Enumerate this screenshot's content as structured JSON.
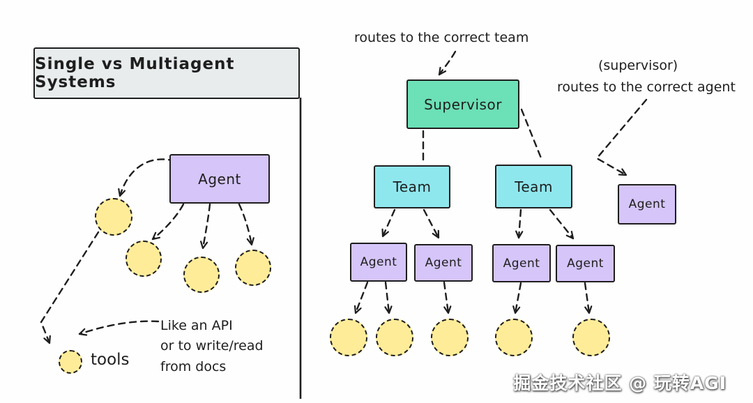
{
  "title": "Single vs Multiagent Systems",
  "left_panel": {
    "agent_box": "Agent",
    "tools_label": "tools",
    "note_line1": "Like an API",
    "note_line2": "or to write/read",
    "note_line3": "from docs"
  },
  "right_panel": {
    "annotation_routes_team": "routes to the correct team",
    "annotation_supervisor": "(supervisor)",
    "annotation_routes_agent": "routes to the correct agent",
    "supervisor_box": "Supervisor",
    "team_box_left": "Team",
    "team_box_right": "Team",
    "agent_box_1": "Agent",
    "agent_box_2": "Agent",
    "agent_box_3": "Agent",
    "agent_box_4": "Agent",
    "side_agent_box": "Agent"
  },
  "watermark": "掘金技术社区 @ 玩转AGI",
  "colors": {
    "stroke": "#1e1e1e",
    "title_fill": "#e8ecec",
    "agent_fill": "#d5c5f9",
    "supervisor_fill": "#6ce0b6",
    "team_fill": "#8fe7ee",
    "tool_fill": "#ffec99"
  }
}
